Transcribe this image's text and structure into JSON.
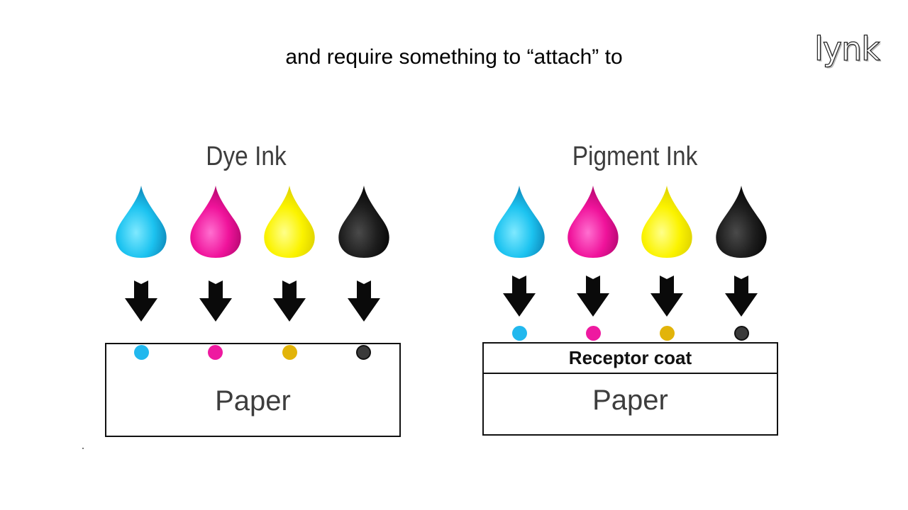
{
  "slide": {
    "title": "and require something to “attach” to",
    "logo": "lynk"
  },
  "colors": {
    "cyan": "#1cc3f0",
    "magenta": "#f0139b",
    "yellow": "#fbf300",
    "black": "#1a1a1a",
    "dot_cyan": "#22b8ee",
    "dot_magenta": "#ee1aa0",
    "dot_yellow": "#e2b40a",
    "dot_black": "#3a3a3a"
  },
  "dye_panel": {
    "heading": "Dye Ink",
    "inks": [
      "cyan",
      "magenta",
      "yellow",
      "black"
    ],
    "paper_label": "Paper"
  },
  "pigment_panel": {
    "heading": "Pigment Ink",
    "inks": [
      "cyan",
      "magenta",
      "yellow",
      "black"
    ],
    "receptor_label": "Receptor coat",
    "paper_label": "Paper"
  },
  "icons": {
    "drop": "ink-drop-icon",
    "arrow": "down-arrow-icon"
  }
}
